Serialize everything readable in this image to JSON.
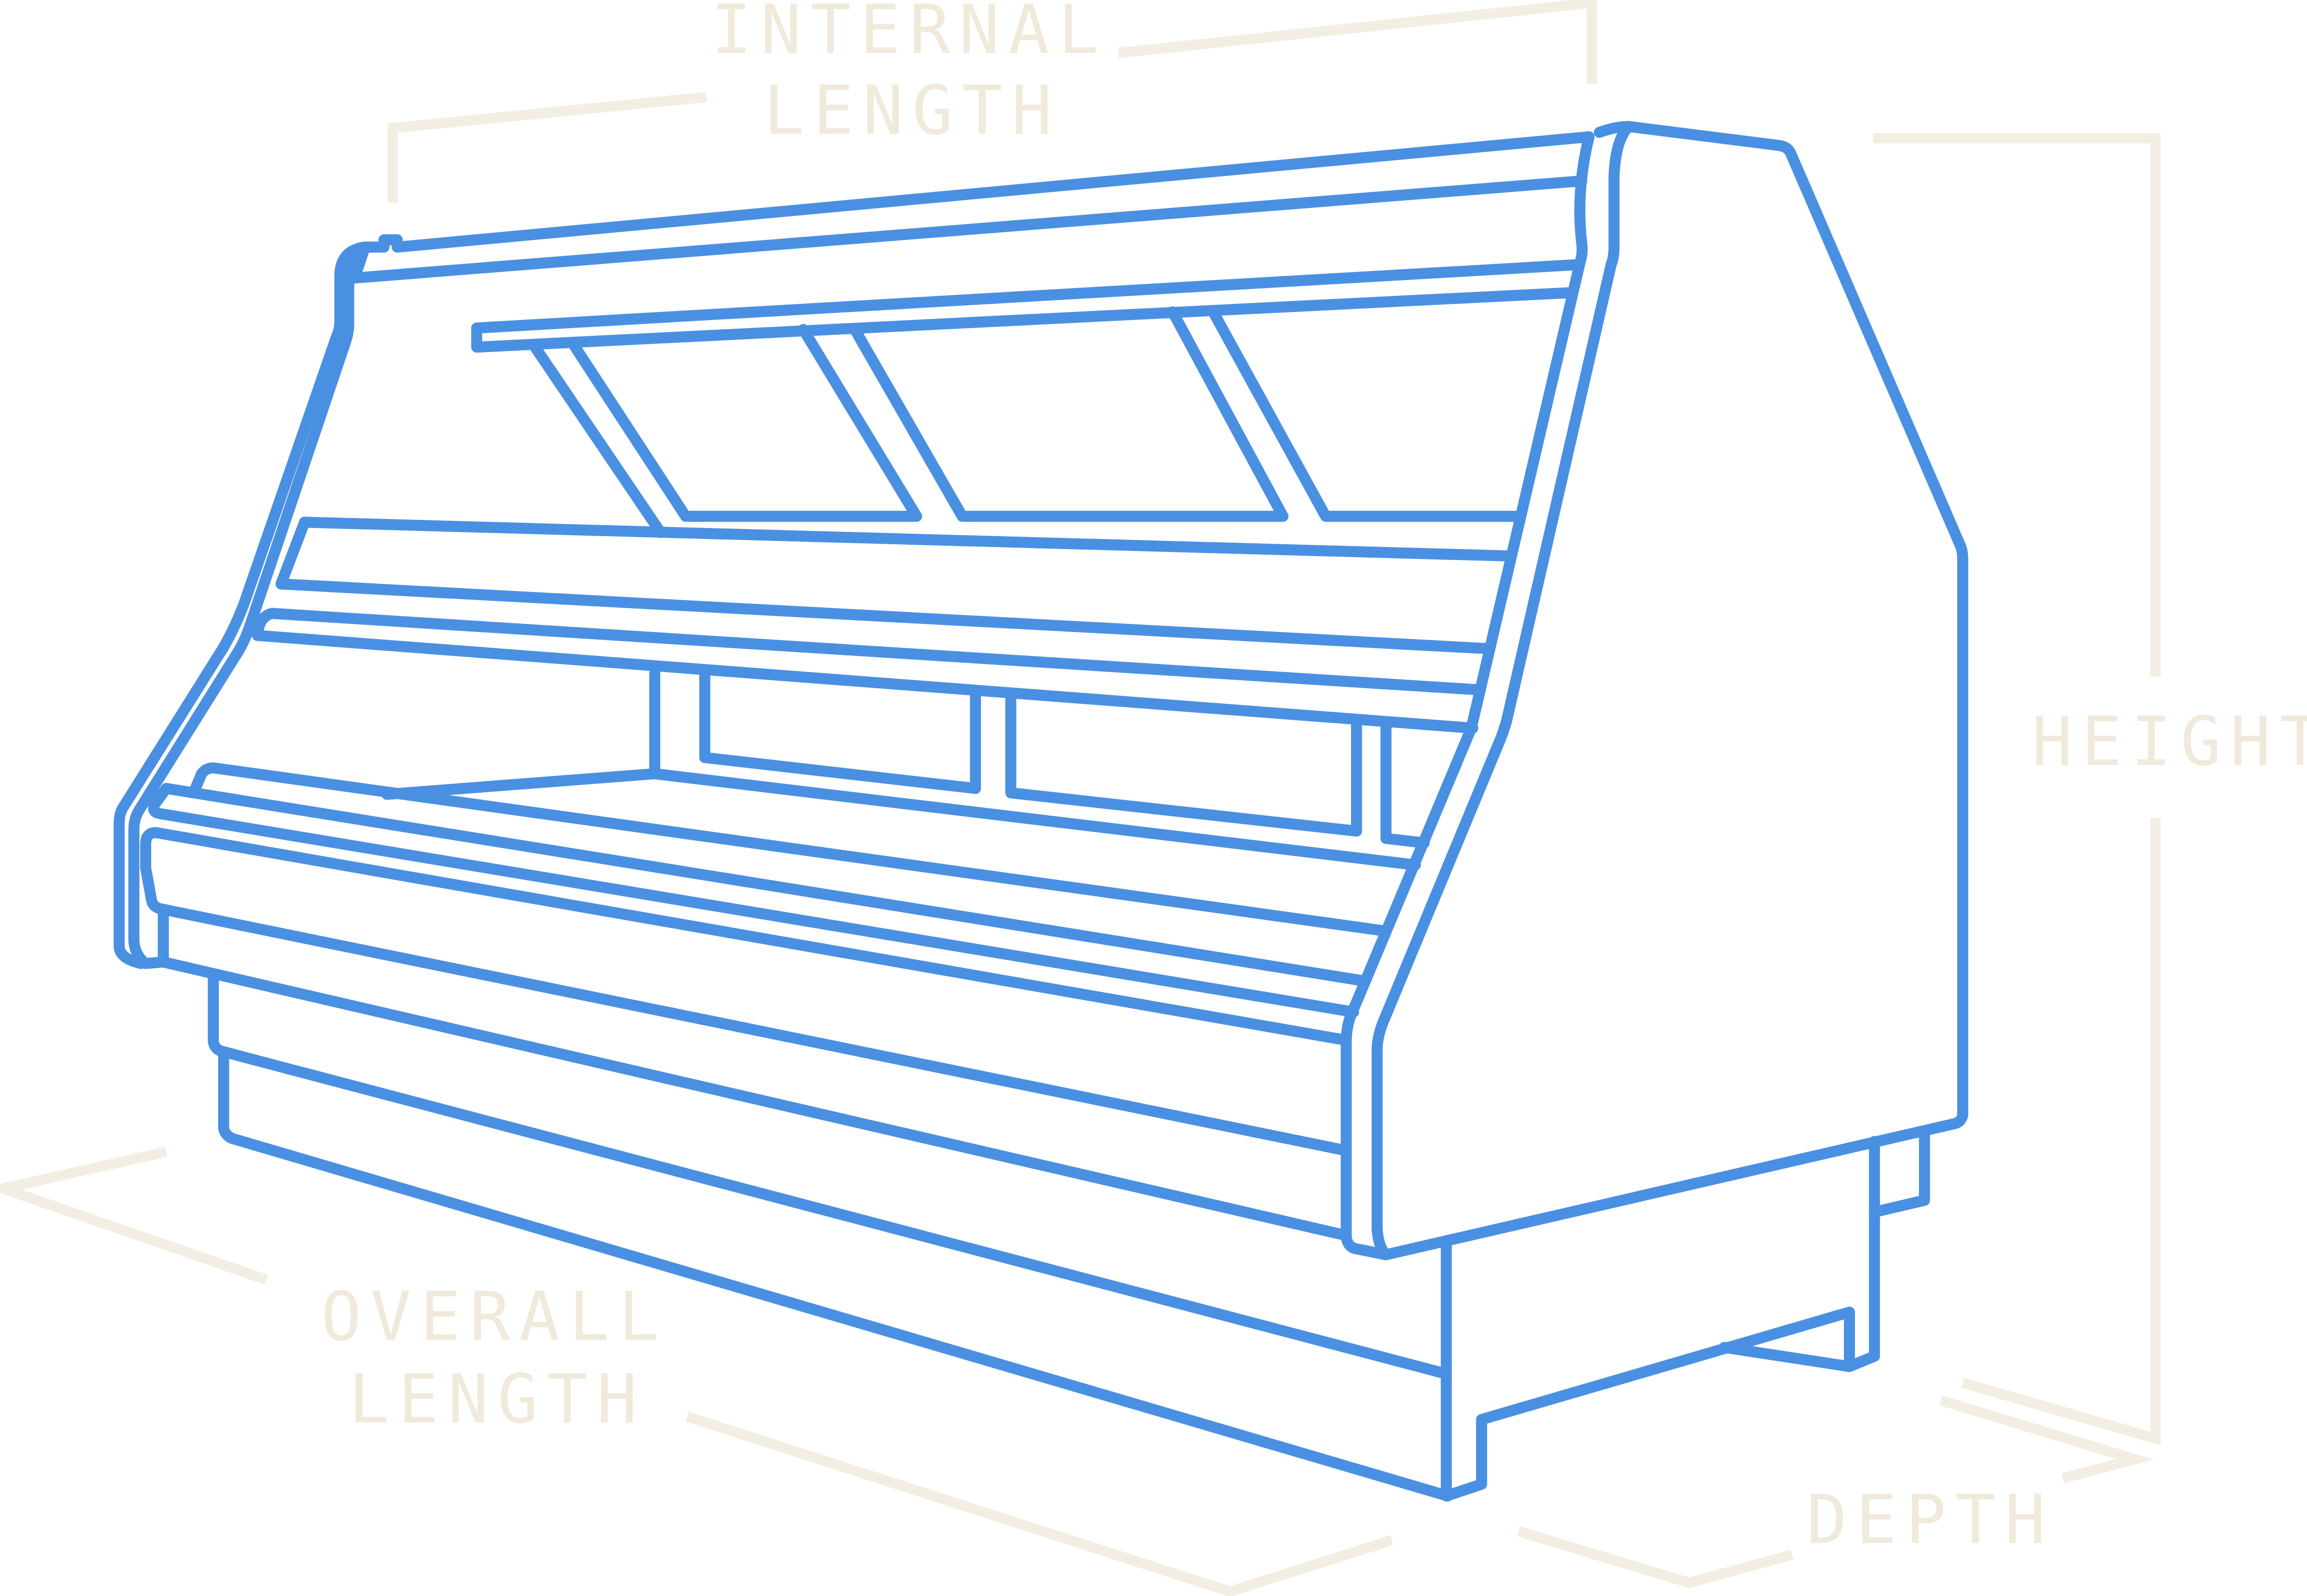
{
  "diagram": {
    "colors": {
      "outline": "#4a90e2",
      "dimension": "#f3eee3",
      "dimension_text": "#f0eadb",
      "background": "#ffffff"
    },
    "labels": {
      "internal_length": [
        "INTERNAL",
        "LENGTH"
      ],
      "height": "HEIGHT",
      "overall_length": [
        "OVERALL",
        "LENGTH"
      ],
      "depth": "DEPTH"
    }
  }
}
